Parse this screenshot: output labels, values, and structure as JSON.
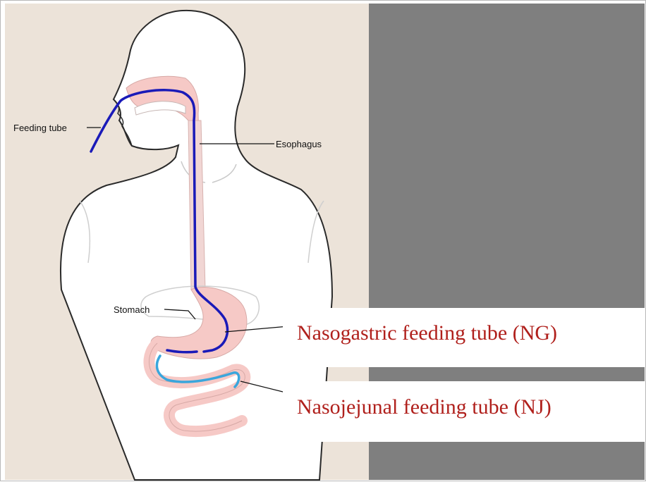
{
  "labels": {
    "feeding_tube": "Feeding tube",
    "esophagus": "Esophagus",
    "stomach": "Stomach"
  },
  "callouts": {
    "ng": "Nasogastric feeding tube (NG)",
    "nj": "Nasojejunal feeding tube (NJ)"
  },
  "colors": {
    "background_left": "#ece3d9",
    "background_right": "#7f7f7f",
    "body_fill": "#ffffff",
    "organ_pink": "#f6c9c6",
    "tube_ng": "#1a1ab8",
    "tube_nj": "#3aa6dc",
    "callout_text": "#b0201c"
  }
}
